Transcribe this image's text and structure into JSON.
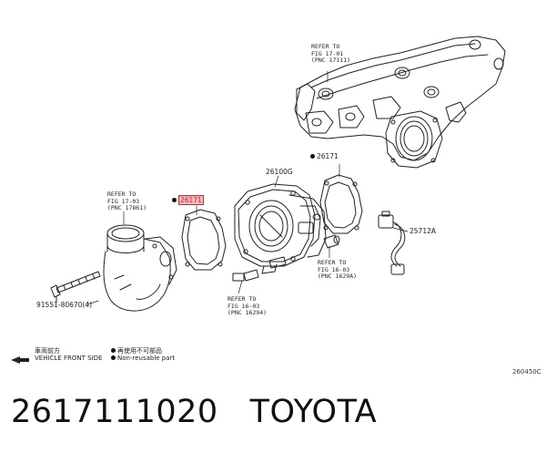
{
  "diagram": {
    "refs": {
      "manifold": {
        "line1": "REFER TO",
        "line2": "FIG 17-01",
        "line3": "(PNC 17111)"
      },
      "left_elbow": {
        "line1": "REFER TO",
        "line2": "FIG 17-03",
        "line3": "(PNC 17861)"
      },
      "bottom_center": {
        "line1": "REFER TO",
        "line2": "FIG 16-03",
        "line3": "(PNC 16294)"
      },
      "bottom_right": {
        "line1": "REFER TO",
        "line2": "FIG 16-03",
        "line3": "(PNC 1629A)"
      }
    },
    "parts": {
      "gasket_left": "26171",
      "gasket_right": "26171",
      "throttle_body": "26100G",
      "connector": "25712A",
      "bolt": "91551-80670(4)"
    },
    "legend": {
      "front_jp": "車両前方",
      "front_en": "VEHICLE FRONT SIDE",
      "nonreuse_jp": "再使用不可部品",
      "nonreuse_en": "Non-reusable part"
    },
    "drawing_code": "260450C"
  },
  "footer": {
    "part_number": "2617111020",
    "brand": "TOYOTA"
  }
}
